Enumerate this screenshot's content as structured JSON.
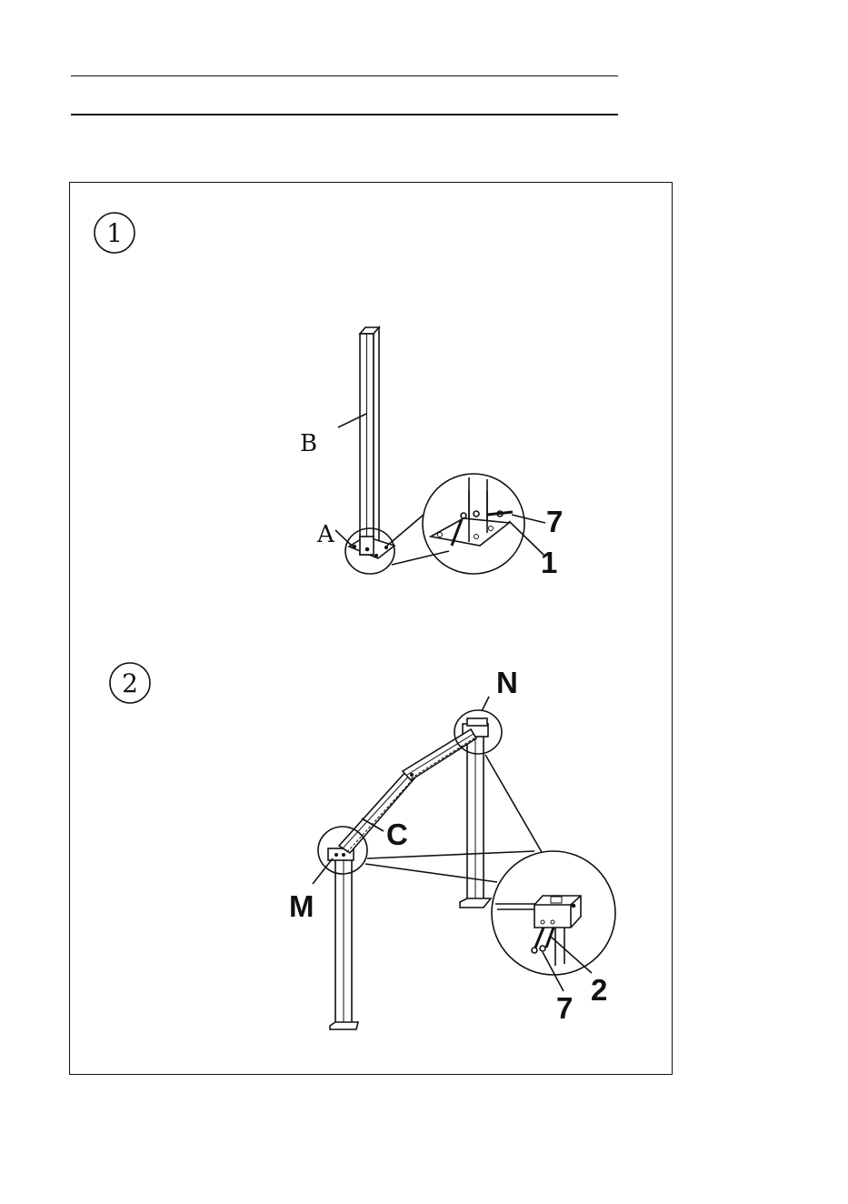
{
  "steps": [
    {
      "number": "1",
      "labels": {
        "post": "B",
        "base_plate": "A",
        "bolt_qty_a": "7",
        "bolt_qty_b": "1"
      }
    },
    {
      "number": "2",
      "labels": {
        "joint_right": "N",
        "beam": "C",
        "joint_left": "M",
        "bolt_qty_a": "2",
        "bolt_qty_b": "7"
      }
    }
  ]
}
